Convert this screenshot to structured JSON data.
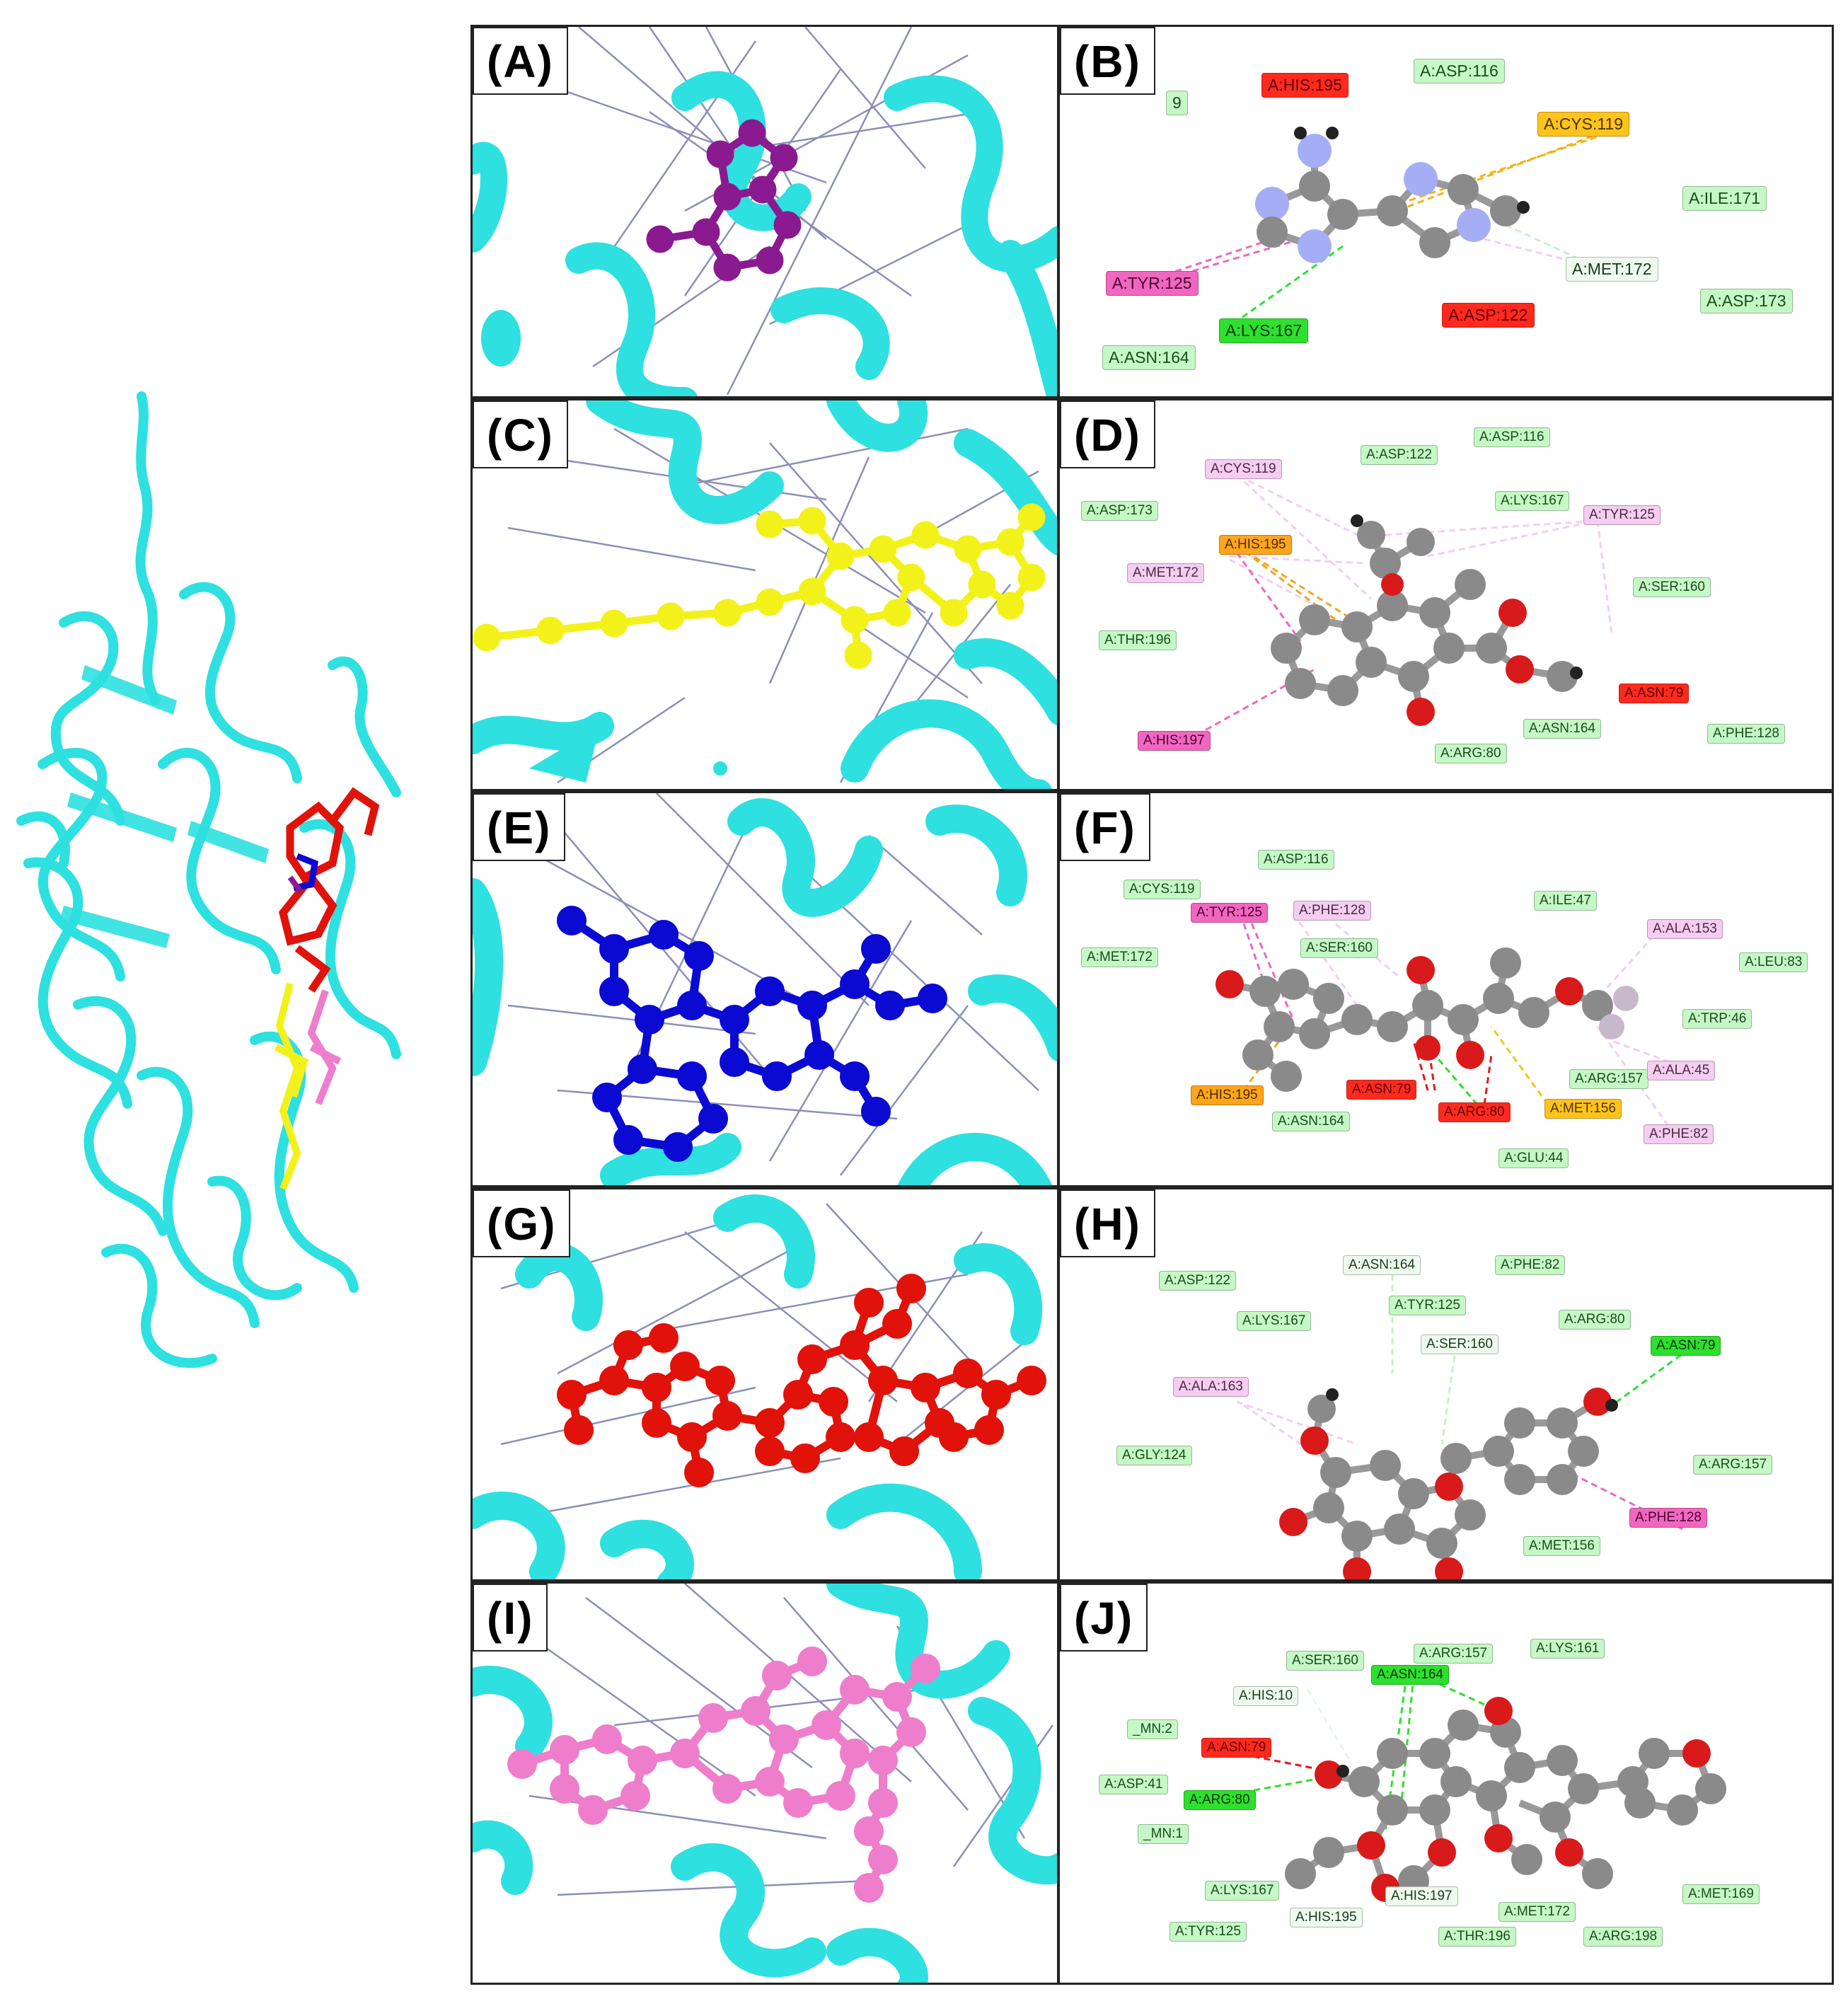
{
  "colors": {
    "protein": "#2ee0e0",
    "ligand_A": "#8a1a8f",
    "ligand_C": "#f2f21a",
    "ligand_E": "#0a0ad2",
    "ligand_G": "#e0120a",
    "ligand_I": "#ee7ecb",
    "atom_carbon": "#8a8a8a",
    "atom_nitrogen": "#9aa3f0",
    "atom_oxygen": "#d81a1a"
  },
  "panels": [
    {
      "id": "A",
      "label": "(A)",
      "kind": "3d",
      "ligand_color": "#8a1a8f"
    },
    {
      "id": "B",
      "label": "(B)",
      "kind": "2d",
      "residues": [
        {
          "text": "A:HIS:195",
          "type": "red"
        },
        {
          "text": "A:ASP:116",
          "type": "vdw"
        },
        {
          "text": "A:CYS:119",
          "type": "yel"
        },
        {
          "text": "A:ILE:171",
          "type": "vdw"
        },
        {
          "text": "A:TYR:125",
          "type": "pink"
        },
        {
          "text": "A:MET:172",
          "type": "wht"
        },
        {
          "text": "A:ASP:173",
          "type": "vdw"
        },
        {
          "text": "A:ASP:122",
          "type": "red"
        },
        {
          "text": "A:LYS:167",
          "type": "grn"
        },
        {
          "text": "A:ASN:164",
          "type": "vdw"
        },
        {
          "text": "9",
          "type": "vdw"
        }
      ]
    },
    {
      "id": "C",
      "label": "(C)",
      "kind": "3d",
      "ligand_color": "#f2f21a"
    },
    {
      "id": "D",
      "label": "(D)",
      "kind": "2d",
      "residues": [
        {
          "text": "A:ASP:116",
          "type": "vdw"
        },
        {
          "text": "A:ASP:122",
          "type": "vdw"
        },
        {
          "text": "A:CYS:119",
          "type": "lpk"
        },
        {
          "text": "A:LYS:167",
          "type": "vdw"
        },
        {
          "text": "A:TYR:125",
          "type": "lpk"
        },
        {
          "text": "A:ASP:173",
          "type": "vdw"
        },
        {
          "text": "A:HIS:195",
          "type": "org"
        },
        {
          "text": "A:MET:172",
          "type": "lpk"
        },
        {
          "text": "A:SER:160",
          "type": "vdw"
        },
        {
          "text": "A:THR:196",
          "type": "vdw"
        },
        {
          "text": "A:ASN:79",
          "type": "red"
        },
        {
          "text": "A:ASN:164",
          "type": "vdw"
        },
        {
          "text": "A:PHE:128",
          "type": "vdw"
        },
        {
          "text": "A:HIS:197",
          "type": "pink"
        },
        {
          "text": "A:ARG:80",
          "type": "vdw"
        }
      ]
    },
    {
      "id": "E",
      "label": "(E)",
      "kind": "3d",
      "ligand_color": "#0a0ad2"
    },
    {
      "id": "F",
      "label": "(F)",
      "kind": "2d",
      "residues": [
        {
          "text": "A:ASP:116",
          "type": "vdw"
        },
        {
          "text": "A:CYS:119",
          "type": "vdw"
        },
        {
          "text": "A:TYR:125",
          "type": "pink"
        },
        {
          "text": "A:PHE:128",
          "type": "lpk"
        },
        {
          "text": "A:ILE:47",
          "type": "vdw"
        },
        {
          "text": "A:ALA:153",
          "type": "lpk"
        },
        {
          "text": "A:MET:172",
          "type": "vdw"
        },
        {
          "text": "A:SER:160",
          "type": "vdw"
        },
        {
          "text": "A:LEU:83",
          "type": "vdw"
        },
        {
          "text": "A:TRP:46",
          "type": "vdw"
        },
        {
          "text": "A:ARG:157",
          "type": "vdw"
        },
        {
          "text": "A:ALA:45",
          "type": "lpk"
        },
        {
          "text": "A:HIS:195",
          "type": "org"
        },
        {
          "text": "A:ASN:79",
          "type": "red"
        },
        {
          "text": "A:ARG:80",
          "type": "red"
        },
        {
          "text": "A:MET:156",
          "type": "yel"
        },
        {
          "text": "A:ASN:164",
          "type": "vdw"
        },
        {
          "text": "A:PHE:82",
          "type": "lpk"
        },
        {
          "text": "A:GLU:44",
          "type": "vdw"
        }
      ]
    },
    {
      "id": "G",
      "label": "(G)",
      "kind": "3d",
      "ligand_color": "#e0120a"
    },
    {
      "id": "H",
      "label": "(H)",
      "kind": "2d",
      "residues": [
        {
          "text": "A:ASP:122",
          "type": "vdw"
        },
        {
          "text": "A:ASN:164",
          "type": "wht"
        },
        {
          "text": "A:PHE:82",
          "type": "vdw"
        },
        {
          "text": "A:TYR:125",
          "type": "vdw"
        },
        {
          "text": "A:LYS:167",
          "type": "vdw"
        },
        {
          "text": "A:ARG:80",
          "type": "vdw"
        },
        {
          "text": "A:SER:160",
          "type": "wht"
        },
        {
          "text": "A:ASN:79",
          "type": "grn"
        },
        {
          "text": "A:ALA:163",
          "type": "lpk"
        },
        {
          "text": "A:GLY:124",
          "type": "vdw"
        },
        {
          "text": "A:ARG:157",
          "type": "vdw"
        },
        {
          "text": "A:PHE:128",
          "type": "pink"
        },
        {
          "text": "A:MET:156",
          "type": "vdw"
        }
      ]
    },
    {
      "id": "I",
      "label": "(I)",
      "kind": "3d",
      "ligand_color": "#ee7ecb"
    },
    {
      "id": "J",
      "label": "(J)",
      "kind": "2d",
      "residues": [
        {
          "text": "A:SER:160",
          "type": "vdw"
        },
        {
          "text": "A:ARG:157",
          "type": "vdw"
        },
        {
          "text": "A:LYS:161",
          "type": "vdw"
        },
        {
          "text": "A:ASN:164",
          "type": "grn"
        },
        {
          "text": "A:HIS:10",
          "type": "wht"
        },
        {
          "text": "_MN:2",
          "type": "vdw"
        },
        {
          "text": "A:ASN:79",
          "type": "red"
        },
        {
          "text": "A:ASP:41",
          "type": "vdw"
        },
        {
          "text": "A:ARG:80",
          "type": "grn"
        },
        {
          "text": "_MN:1",
          "type": "vdw"
        },
        {
          "text": "A:LYS:167",
          "type": "vdw"
        },
        {
          "text": "A:HIS:197",
          "type": "wht"
        },
        {
          "text": "A:MET:169",
          "type": "vdw"
        },
        {
          "text": "A:HIS:195",
          "type": "wht"
        },
        {
          "text": "A:MET:172",
          "type": "vdw"
        },
        {
          "text": "A:TYR:125",
          "type": "vdw"
        },
        {
          "text": "A:THR:196",
          "type": "vdw"
        },
        {
          "text": "A:ARG:198",
          "type": "vdw"
        }
      ]
    }
  ]
}
